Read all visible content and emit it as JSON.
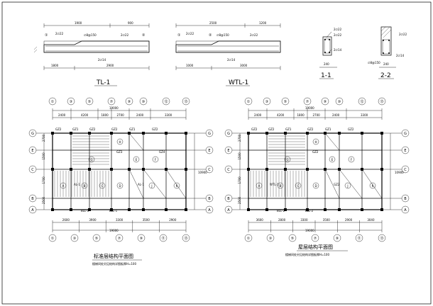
{
  "beams": {
    "tl1": {
      "title": "TL-1",
      "dims": [
        "1900",
        "900",
        "1800",
        "2900"
      ],
      "notes": [
        "2∅22",
        "2∅14",
        "∅8@150",
        "2∅22"
      ],
      "markers": [
        "①",
        "②"
      ]
    },
    "wtl1": {
      "title": "WTL-1",
      "dims": [
        "2500",
        "1200",
        "1000",
        "3000"
      ],
      "notes": [
        "2∅22",
        "2∅14",
        "∅8@150",
        "2∅22"
      ],
      "markers": [
        "①",
        "②"
      ]
    },
    "s11": {
      "title": "1-1",
      "notes": [
        "2∅22",
        "2∅22",
        "2∅14",
        "240"
      ]
    },
    "s22": {
      "title": "2-2",
      "notes": [
        "2∅22",
        "∅8@150",
        "2∅14",
        "240"
      ]
    }
  },
  "plan_left": {
    "title": "标准层结构平面图",
    "subtitle": "楼梯间处另见结构详图板厚H=100",
    "top_axes": [
      "①",
      "③",
      "⑤",
      "⑦",
      "⑨",
      "⑩",
      "⑫",
      "⑬"
    ],
    "bottom_axes": [
      "①",
      "③",
      "⑤",
      "⑦",
      "⑨",
      "⑪",
      "⑬"
    ],
    "row_axes": [
      "G",
      "E",
      "C",
      "B",
      "A"
    ],
    "top_dims": [
      "2400",
      "4200",
      "1800",
      "2700",
      "2400",
      "3300"
    ],
    "top_total": "19000",
    "bottom_dims": [
      "2600",
      "3900",
      "3300",
      "3500",
      "2900"
    ],
    "bottom_total": "19000",
    "side_dims": [
      "2700",
      "1500",
      "1700",
      "2500"
    ],
    "side_total": "10900",
    "labels": [
      "GZ2",
      "GZ1",
      "GZ2",
      "GZ2",
      "GZ1",
      "GZ2",
      "BLL-1",
      "BLL-1",
      "AL-1",
      "AL-1",
      "GZ3",
      "GZ4"
    ],
    "slabs": [
      "A",
      "B",
      "C",
      "D",
      "E",
      "F",
      "G",
      "H",
      "J",
      "K"
    ]
  },
  "plan_right": {
    "title": "屋层结构平面图",
    "subtitle": "楼梯间处另见结构详图板厚H=100",
    "top_axes": [
      "①",
      "③",
      "⑤",
      "⑦",
      "⑨",
      "⑩",
      "⑫",
      "⑬"
    ],
    "bottom_axes": [
      "①",
      "③",
      "⑤",
      "⑦",
      "⑨",
      "⑪",
      "⑬"
    ],
    "row_axes": [
      "G",
      "E",
      "C",
      "B",
      "A"
    ],
    "top_dims": [
      "2400",
      "4200",
      "1800",
      "2700",
      "2400",
      "3300"
    ],
    "top_total": "19000",
    "bottom_dims": [
      "3600",
      "2800",
      "3300",
      "3500",
      "2900",
      "3040"
    ],
    "bottom_total": "19000",
    "side_dims": [
      "2700",
      "1500",
      "1700",
      "2500"
    ],
    "side_total": "10900",
    "labels": [
      "GZ2",
      "GZ2",
      "GZ1",
      "GZ2",
      "GZ1",
      "GZ2",
      "BLL-2",
      "BLL-2",
      "WTL-1",
      "GZ2",
      "GZ2"
    ],
    "slabs": [
      "A",
      "B",
      "C",
      "D",
      "E",
      "F",
      "G",
      "H",
      "J",
      "K"
    ]
  }
}
